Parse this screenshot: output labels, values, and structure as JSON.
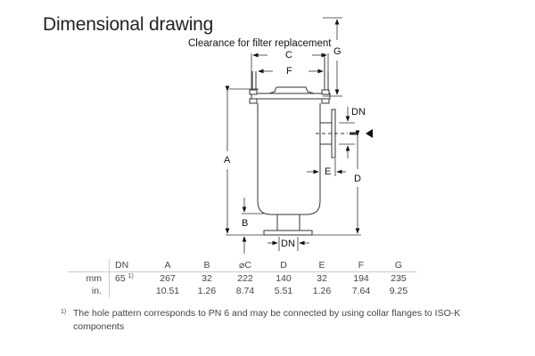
{
  "title": "Dimensional drawing",
  "drawing": {
    "clearance_label": "Clearance for filter replacement",
    "labels": {
      "A": "A",
      "B": "B",
      "C": "C",
      "D": "D",
      "E": "E",
      "F": "F",
      "G": "G",
      "dn_side": "DN",
      "dn_bottom": "DN"
    }
  },
  "table": {
    "headers": [
      "DN",
      "A",
      "B",
      "⌀C",
      "D",
      "E",
      "F",
      "G"
    ],
    "rows": [
      {
        "unit": "mm",
        "dn": "65",
        "dn_note": "1)",
        "values": [
          "267",
          "32",
          "222",
          "140",
          "32",
          "194",
          "235"
        ]
      },
      {
        "unit": "in.",
        "dn": "",
        "dn_note": "",
        "values": [
          "10.51",
          "1.26",
          "8.74",
          "5.51",
          "1.26",
          "7.64",
          "9.25"
        ]
      }
    ]
  },
  "footnote": {
    "marker": "1)",
    "text": "The hole pattern corresponds to PN 6 and may be connected by using collar flanges to ISO-K components"
  }
}
